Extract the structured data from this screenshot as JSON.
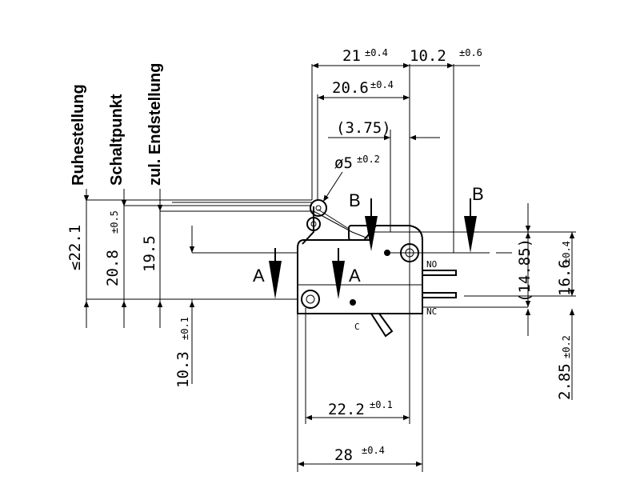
{
  "labels": {
    "ruhestellung": "Ruhestellung",
    "schaltpunkt": "Schaltpunkt",
    "endstellung": "zul. Endstellung"
  },
  "dims": {
    "d21": "21",
    "d21_tol": "±0.4",
    "d10_2": "10.2",
    "d10_2_tol": "±0.6",
    "d20_6": "20.6",
    "d20_6_tol": "±0.4",
    "d3_75": "(3.75)",
    "d5": "ø5",
    "d5_tol": "±0.2",
    "d22_1": "≤22.1",
    "d20_8": "20.8",
    "d20_8_tol": "±0.5",
    "d19_5": "19.5",
    "d10_3": "10.3",
    "d10_3_tol": "±0.1",
    "d22_2": "22.2",
    "d22_2_tol": "±0.1",
    "d28": "28",
    "d28_tol": "±0.4",
    "d14_85": "(14.85)",
    "d16_6": "16.6",
    "d16_6_tol": "±0.4",
    "d2_85": "2.85",
    "d2_85_tol": "±0.2"
  },
  "markers": {
    "a": "A",
    "b": "B"
  },
  "terminals": {
    "no": "NO",
    "nc": "NC",
    "c": "C"
  }
}
